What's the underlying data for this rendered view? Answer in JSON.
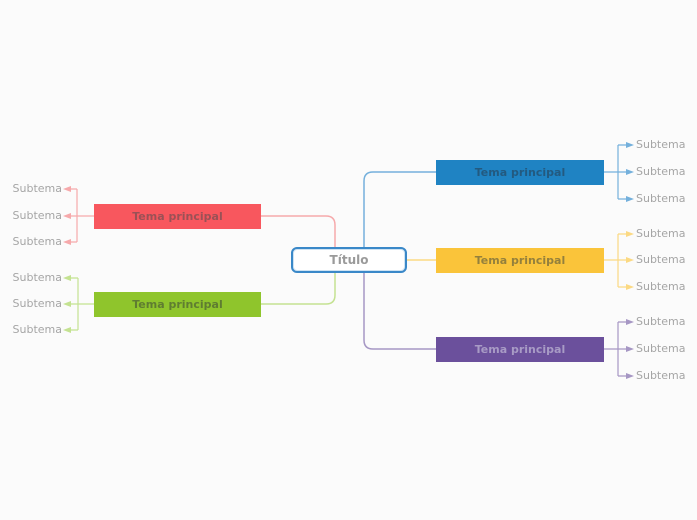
{
  "canvas": {
    "background_color": "#fbfbfb"
  },
  "root_node": {
    "label": "Título",
    "background_color": "#ffffff",
    "border_color": "#3a88c8",
    "text_color": "#9a9a9a"
  },
  "branches": [
    {
      "id": "red",
      "side": "left",
      "topic_label": "Tema principal",
      "node_color": "#f8575e",
      "topic_text_color": "#9a5156",
      "line_color": "#f6a9ab",
      "subtopic_text_color": "#a5a5a5",
      "subtopics": [
        "Subtema",
        "Subtema",
        "Subtema"
      ]
    },
    {
      "id": "green",
      "side": "left",
      "topic_label": "Tema principal",
      "node_color": "#8fc52c",
      "topic_text_color": "#5f7d31",
      "line_color": "#c4e291",
      "subtopic_text_color": "#a5a5a5",
      "subtopics": [
        "Subtema",
        "Subtema",
        "Subtema"
      ]
    },
    {
      "id": "blue",
      "side": "right",
      "topic_label": "Tema principal",
      "node_color": "#1f83c3",
      "topic_text_color": "#235a80",
      "line_color": "#74b0dc",
      "subtopic_text_color": "#a5a5a5",
      "subtopics": [
        "Subtema",
        "Subtema",
        "Subtema"
      ]
    },
    {
      "id": "yellow",
      "side": "right",
      "topic_label": "Tema principal",
      "node_color": "#fac43a",
      "topic_text_color": "#94803c",
      "line_color": "#fbd983",
      "subtopic_text_color": "#a5a5a5",
      "subtopics": [
        "Subtema",
        "Subtema",
        "Subtema"
      ]
    },
    {
      "id": "purple",
      "side": "right",
      "topic_label": "Tema principal",
      "node_color": "#6b509c",
      "topic_text_color": "#a89bc5",
      "line_color": "#a697c4",
      "subtopic_text_color": "#a5a5a5",
      "subtopics": [
        "Subtema",
        "Subtema",
        "Subtema"
      ]
    }
  ]
}
